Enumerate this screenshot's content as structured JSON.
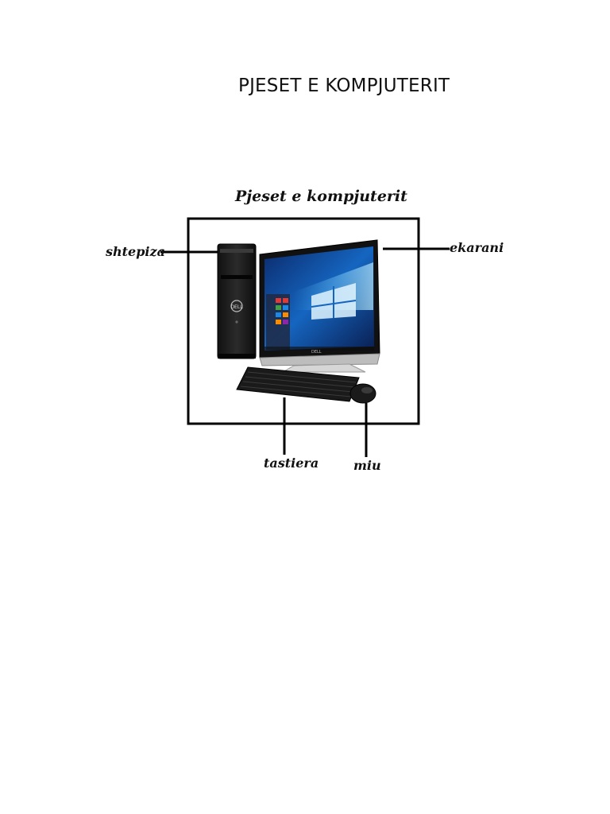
{
  "page": {
    "title": "PJESET E KOMPJUTERIT"
  },
  "diagram": {
    "title": "Pjeset e kompjuterit",
    "labels": {
      "case": "shtepiza",
      "monitor": "ekarani",
      "keyboard": "tastiera",
      "mouse": "miu"
    },
    "monitor_brand": "DELL"
  }
}
